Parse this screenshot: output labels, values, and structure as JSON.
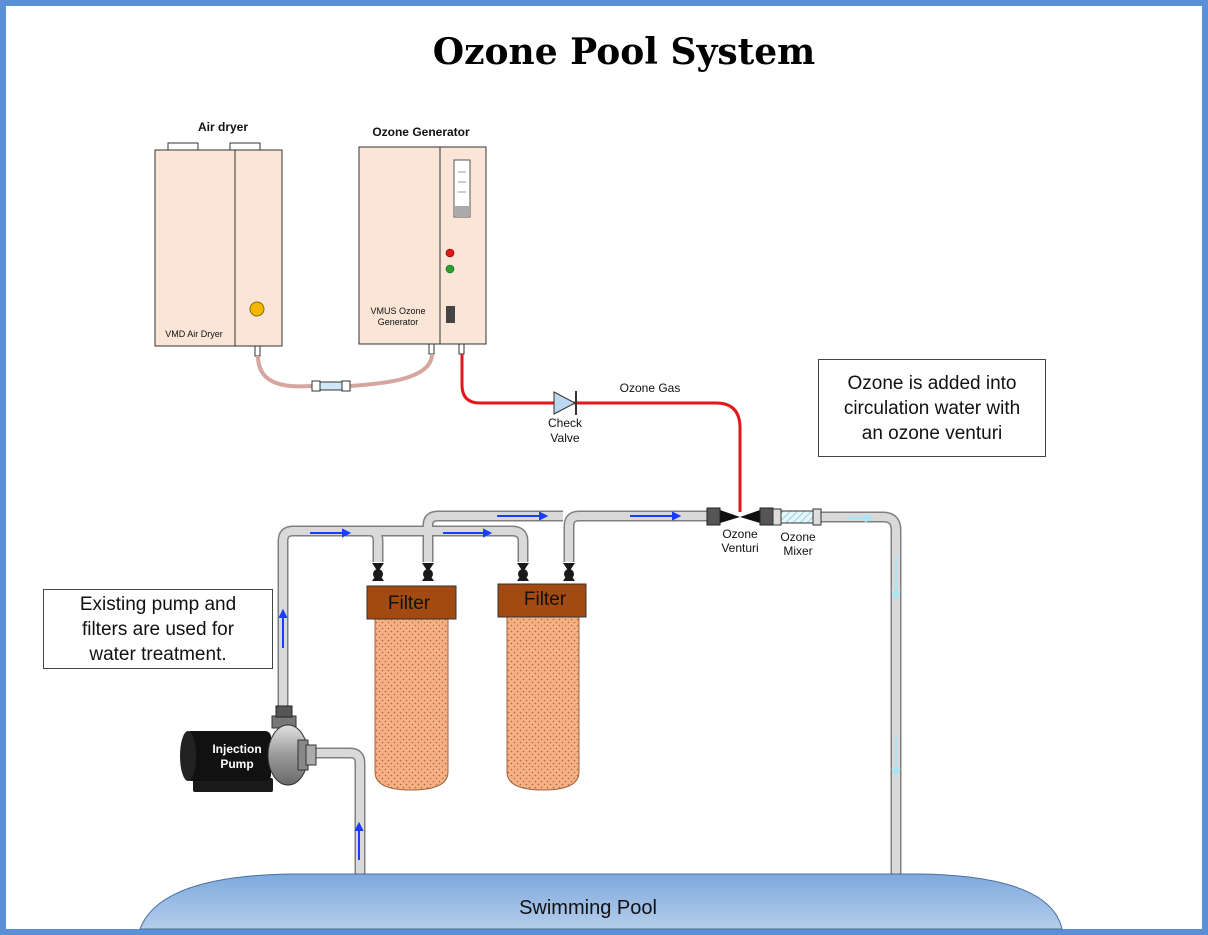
{
  "title": "Ozone Pool System",
  "components": {
    "air_dryer": {
      "heading": "Air dryer",
      "panel_label": "VMD Air Dryer"
    },
    "ozone_generator": {
      "heading": "Ozone Generator",
      "panel_label_line1": "VMUS Ozone",
      "panel_label_line2": "Generator"
    },
    "check_valve": {
      "line1": "Check",
      "line2": "Valve"
    },
    "ozone_gas": "Ozone Gas",
    "ozone_venturi": {
      "line1": "Ozone",
      "line2": "Venturi"
    },
    "ozone_mixer": {
      "line1": "Ozone",
      "line2": "Mixer"
    },
    "filter_1": "Filter",
    "filter_2": "Filter",
    "injection_pump": {
      "line1": "Injection",
      "line2": "Pump"
    },
    "swimming_pool": "Swimming Pool"
  },
  "callouts": {
    "ozone_venturi_note": [
      "Ozone is added into",
      "circulation water with",
      "an ozone venturi"
    ],
    "pump_note": [
      "Existing pump and",
      "filters are used for",
      "water treatment."
    ]
  },
  "colors": {
    "frame": "#5b8fd6",
    "equipment_fill": "#fbe5d6",
    "ozone_line": "#e3161b",
    "air_tube": "#d6a5a0",
    "pipe_fill": "#d9d9d9",
    "pipe_stroke": "#7f7f7f",
    "flow_arrow": "#1a3cff",
    "filter_head": "#a34a12",
    "filter_cartridge": "#f4b183",
    "pool": "#9dc3e6",
    "led_red": "#e31a1a",
    "led_green": "#2e9e2e",
    "indicator_yellow": "#f5b800"
  }
}
